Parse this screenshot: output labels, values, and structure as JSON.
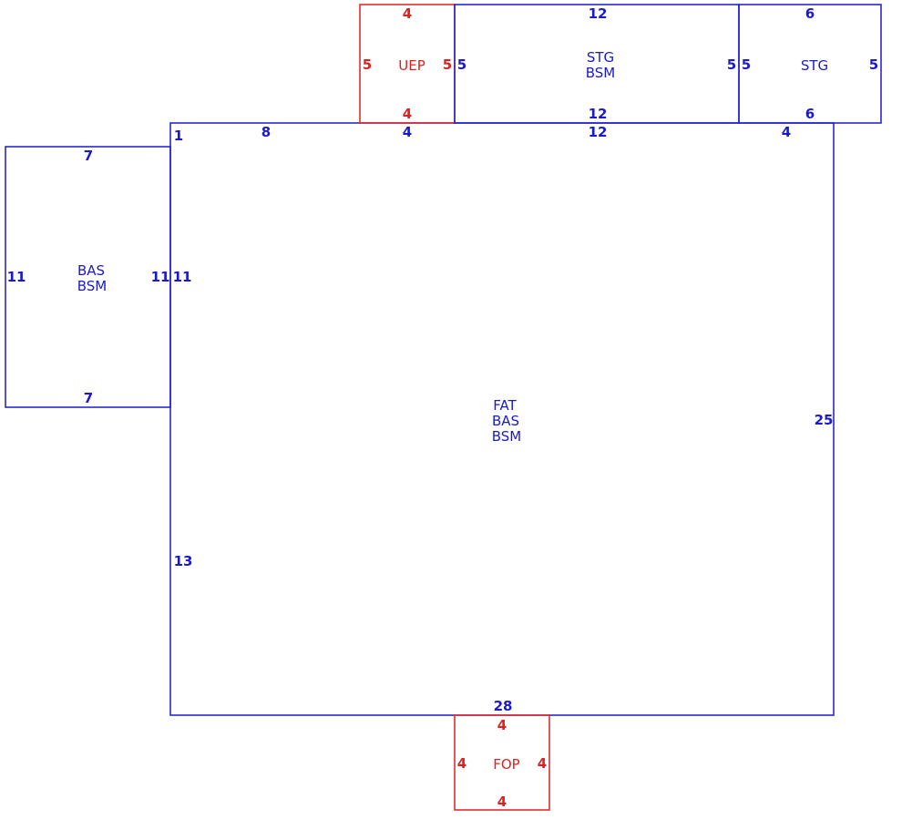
{
  "colors": {
    "blue": "#1a1acc",
    "red": "#e02020"
  },
  "areas": {
    "uep": {
      "label": "UEP",
      "top": "4",
      "bottom": "4",
      "left": "5",
      "right": "5"
    },
    "stg1": {
      "label1": "STG",
      "label2": "BSM",
      "top": "12",
      "bottom": "12",
      "left": "5",
      "right": "5"
    },
    "stg2": {
      "label": "STG",
      "top": "6",
      "bottom": "6",
      "left": "5",
      "right": "5"
    },
    "bas": {
      "label1": "BAS",
      "label2": "BSM",
      "top": "7",
      "bottom": "7",
      "left": "11",
      "right": "11"
    },
    "main": {
      "label1": "FAT",
      "label2": "BAS",
      "label3": "BSM",
      "top_a": "1",
      "top_b": "8",
      "top_c": "4",
      "top_d": "12",
      "top_e": "4",
      "left_upper": "11",
      "left_lower": "13",
      "right": "25",
      "bottom": "28"
    },
    "fop": {
      "label": "FOP",
      "top": "4",
      "bottom": "4",
      "left": "4",
      "right": "4"
    }
  }
}
